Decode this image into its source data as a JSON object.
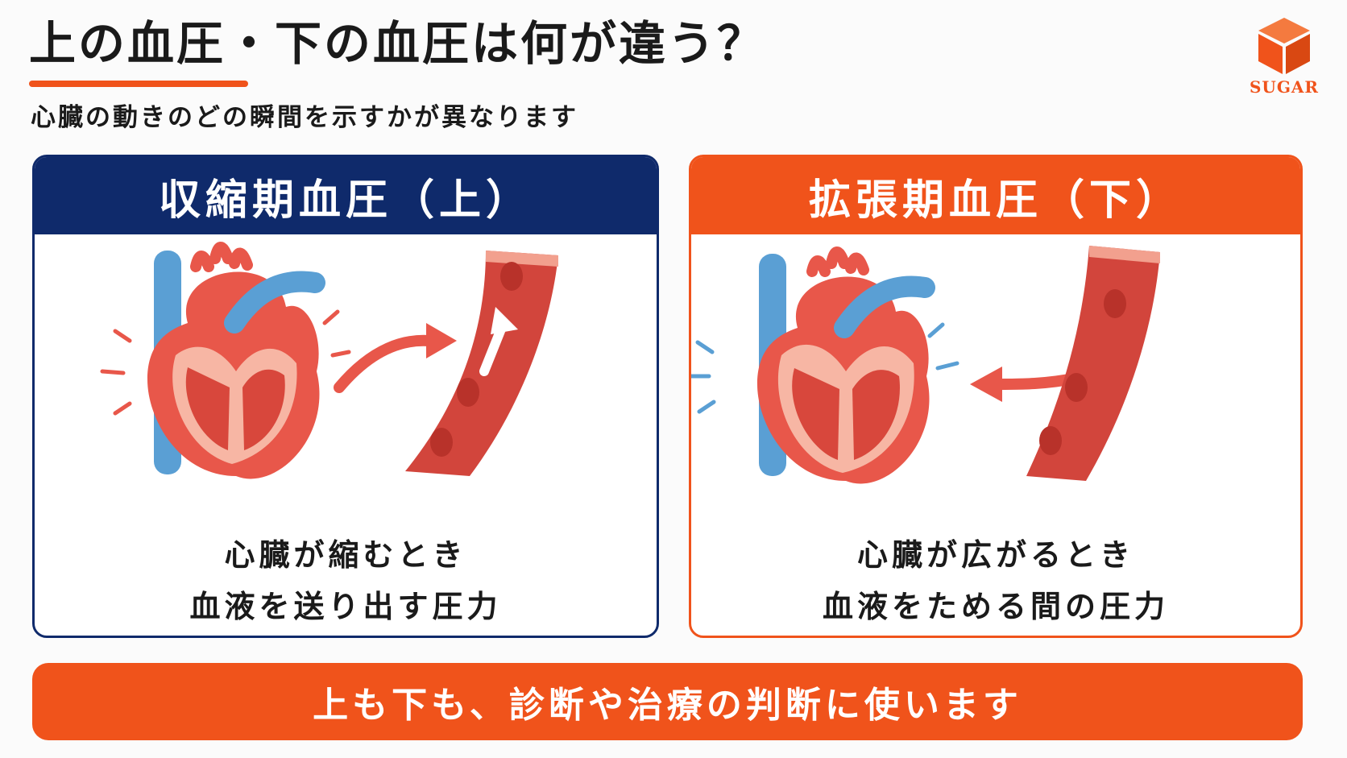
{
  "title": "上の血圧・下の血圧は何が違う？",
  "subtitle": "心臓の動きのどの瞬間を示すかが異なります",
  "logo": {
    "text": "SUGAR",
    "icon": "cube-logo-icon"
  },
  "colors": {
    "navy": "#0f2a6b",
    "orange": "#f0531b",
    "heart": "#e8574a",
    "vein": "#5a9fd4"
  },
  "cards": {
    "systolic": {
      "header": "収縮期血圧（上）",
      "line1": "心臓が縮むとき",
      "line2": "血液を送り出す圧力",
      "illustration": [
        "heart-contracting-icon",
        "arrow-right-icon",
        "artery-icon"
      ]
    },
    "diastolic": {
      "header": "拡張期血圧（下）",
      "line1": "心臓が広がるとき",
      "line2": "血液をためる間の圧力",
      "illustration": [
        "heart-relaxing-icon",
        "arrow-left-icon",
        "artery-icon"
      ]
    }
  },
  "footer": "上も下も、診断や治療の判断に使います"
}
